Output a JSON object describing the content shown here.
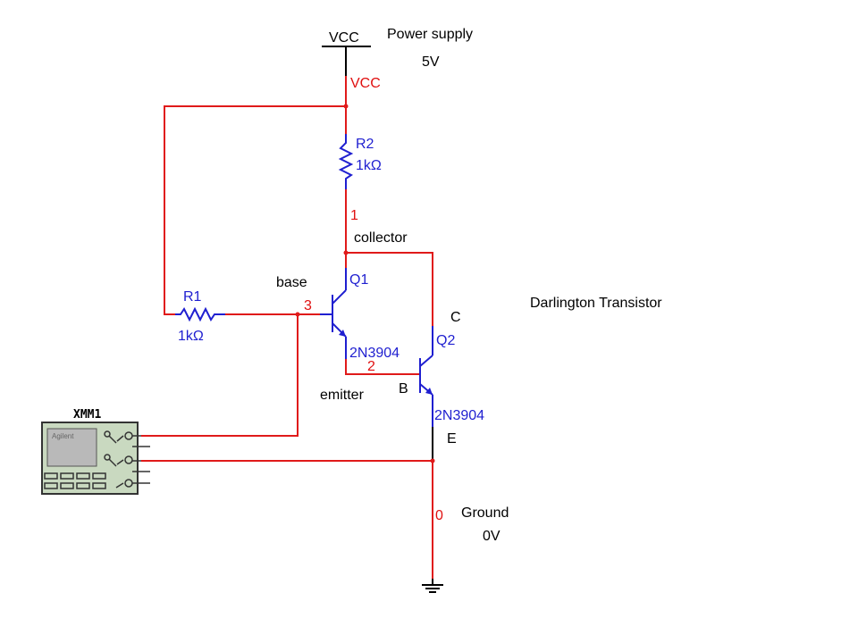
{
  "colors": {
    "wire": "#e01a1a",
    "component": "#1f1fd0",
    "text": "#000000",
    "meter_body": "#c9d9c0"
  },
  "power": {
    "symbol_label": "VCC",
    "net_label": "VCC",
    "title": "Power supply",
    "voltage": "5V"
  },
  "r2": {
    "ref": "R2",
    "value": "1kΩ"
  },
  "r1": {
    "ref": "R1",
    "value": "1kΩ"
  },
  "nodes": {
    "n1": "1",
    "n2": "2",
    "n3": "3",
    "n0": "0"
  },
  "labels": {
    "collector": "collector",
    "base": "base",
    "emitter": "emitter",
    "title": "Darlington Transistor",
    "c": "C",
    "b": "B",
    "e": "E"
  },
  "q1": {
    "ref": "Q1",
    "model": "2N3904"
  },
  "q2": {
    "ref": "Q2",
    "model": "2N3904"
  },
  "meter": {
    "ref": "XMM1",
    "brand": "Agilent"
  },
  "ground": {
    "title": "Ground",
    "voltage": "0V"
  },
  "icons": [
    "resistor-icon",
    "npn-transistor-icon",
    "ground-icon",
    "multimeter-icon",
    "vcc-icon"
  ]
}
